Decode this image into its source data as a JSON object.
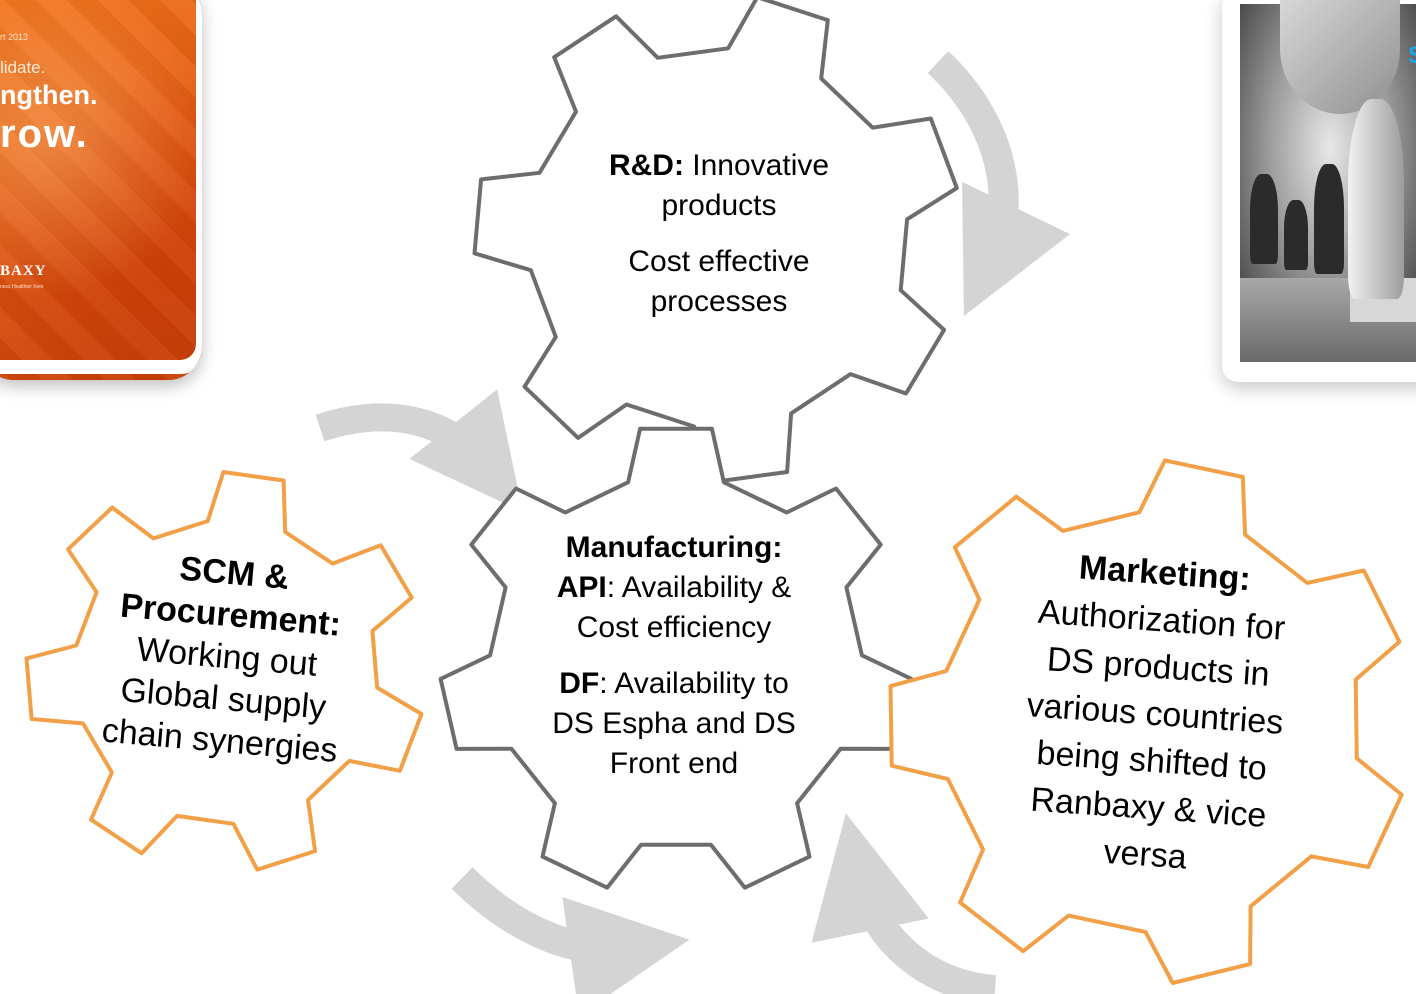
{
  "colors": {
    "gear_gray": "#6d6d6d",
    "gear_orange": "#f2a048",
    "arrow_gray": "#d4d4d4",
    "cover_orange": "#e65a10",
    "photo_blue": "#1ba6e6"
  },
  "cover_left": {
    "small_text": "rt 2013",
    "line1": "lidate.",
    "line2": "ngthen.",
    "line3": "row.",
    "brand": "BAXY",
    "tagline": "ness,Healthier lives"
  },
  "photo_right": {
    "blue_text": "S"
  },
  "gears": {
    "rnd": {
      "heading": "R&D:",
      "line1_rest": " Innovative",
      "line2": "products",
      "line3": "Cost effective",
      "line4": "processes"
    },
    "manufacturing": {
      "heading": "Manufacturing:",
      "api_label": "API",
      "api_line1_rest": ": Availability &",
      "api_line2": "Cost efficiency",
      "df_label": "DF",
      "df_line1_rest": ": Availability to",
      "df_line2": "DS Espha and DS",
      "df_line3": "Front end"
    },
    "scm": {
      "heading1": "SCM &",
      "heading2": "Procurement:",
      "line1": "Working out",
      "line2": "Global supply",
      "line3": "chain synergies"
    },
    "marketing": {
      "heading": "Marketing:",
      "line1": "Authorization for",
      "line2": "DS products in",
      "line3": "various countries",
      "line4": "being shifted to",
      "line5": "Ranbaxy & vice",
      "line6": "versa"
    }
  }
}
